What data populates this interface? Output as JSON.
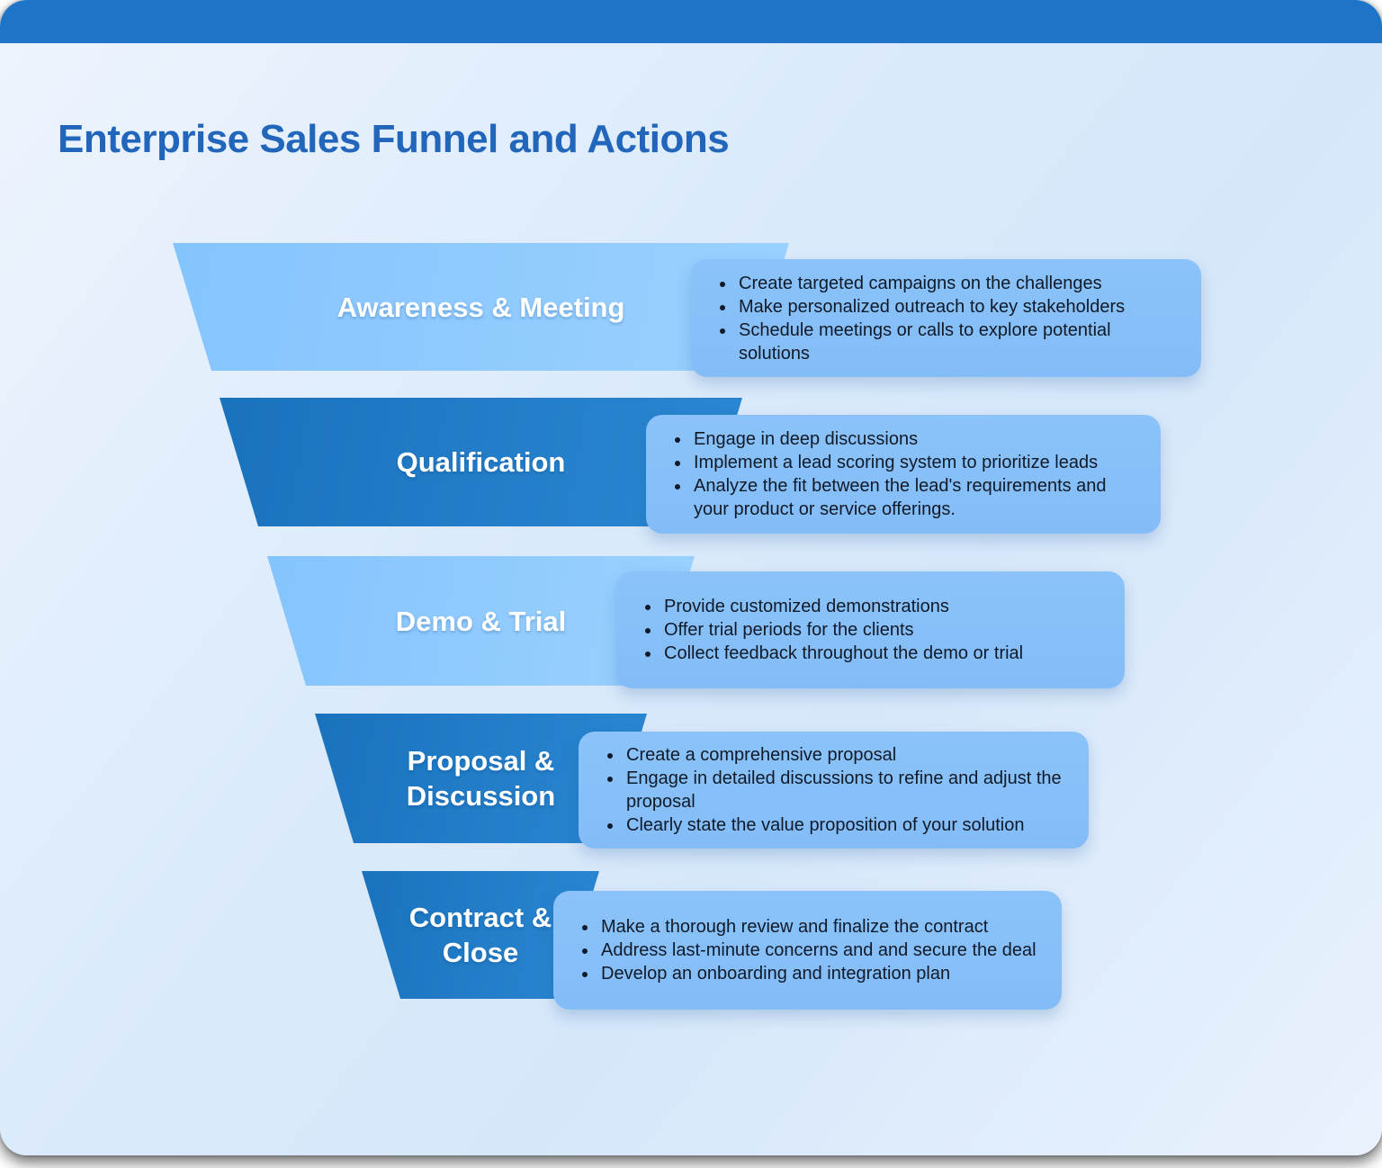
{
  "palette": {
    "topbar": "#1e74c6",
    "title": "#2166bb",
    "stage-light-1": "#84c4fd",
    "stage-light-2": "#9bd1ff",
    "stage-dark-1": "#1a72bd",
    "stage-dark-2": "#2b87d2",
    "card-bg": "#84bcf7",
    "card-text": "#111a28",
    "background-1": "#eef4fd",
    "background-2": "#d6e7fa"
  },
  "header": {
    "title": "Enterprise Sales Funnel and Actions"
  },
  "funnel": {
    "stages": [
      {
        "label": "Awareness & Meeting",
        "tone": "light",
        "actions": [
          "Create targeted campaigns on the challenges",
          "Make personalized outreach to key stakeholders",
          "Schedule meetings or calls to explore potential solutions"
        ]
      },
      {
        "label": "Qualification",
        "tone": "dark",
        "actions": [
          "Engage in deep discussions",
          "Implement a lead scoring system to prioritize leads",
          "Analyze the fit between the lead's requirements and your product or service offerings."
        ]
      },
      {
        "label": "Demo & Trial",
        "tone": "light",
        "actions": [
          "Provide customized demonstrations",
          "Offer trial periods for the clients",
          "Collect feedback throughout the demo or trial"
        ]
      },
      {
        "label": "Proposal & Discussion",
        "tone": "dark",
        "actions": [
          "Create a comprehensive proposal",
          "Engage in detailed discussions to refine and adjust the proposal",
          "Clearly state the value proposition of your solution"
        ]
      },
      {
        "label": "Contract & Close",
        "tone": "dark",
        "actions": [
          "Make a thorough review and finalize the contract",
          "Address last-minute concerns and and secure the deal",
          "Develop an onboarding and integration plan"
        ]
      }
    ]
  }
}
